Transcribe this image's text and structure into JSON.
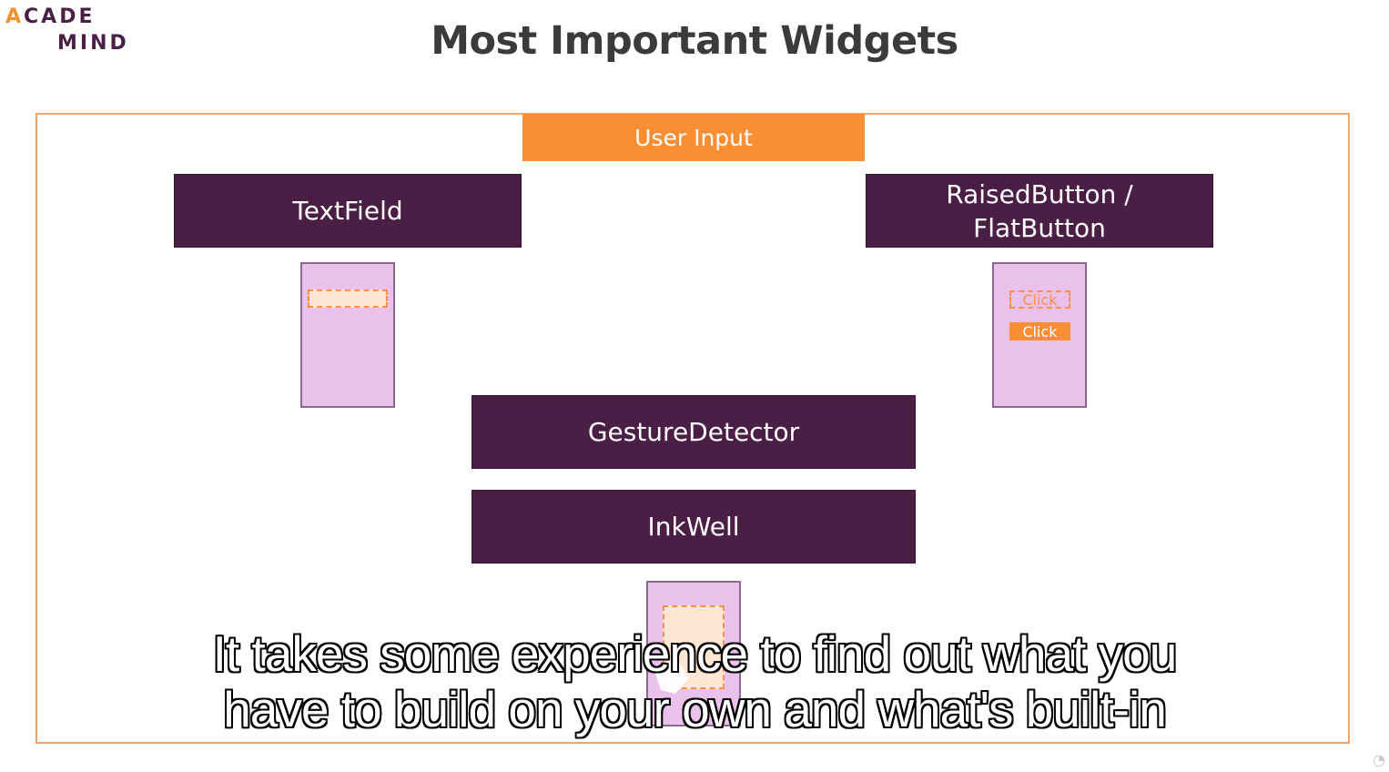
{
  "logo": {
    "line1_mark": "A",
    "line1_rest": "CADE",
    "line2": "MIND"
  },
  "slide": {
    "title": "Most Important Widgets",
    "category": "User Input",
    "widgets": {
      "textfield": "TextField",
      "button_line1": "RaisedButton /",
      "button_line2": "FlatButton",
      "gesture": "GestureDetector",
      "inkwell": "InkWell"
    },
    "mock_buttons": {
      "flat": "Click",
      "raised": "Click"
    }
  },
  "subtitle": {
    "line1": "It takes some experience to find out what you",
    "line2": "have to build on your own and what's built-in"
  },
  "colors": {
    "accent_orange": "#f98e33",
    "widget_purple": "#4b1f45",
    "phone_pink": "#eac1ea"
  }
}
